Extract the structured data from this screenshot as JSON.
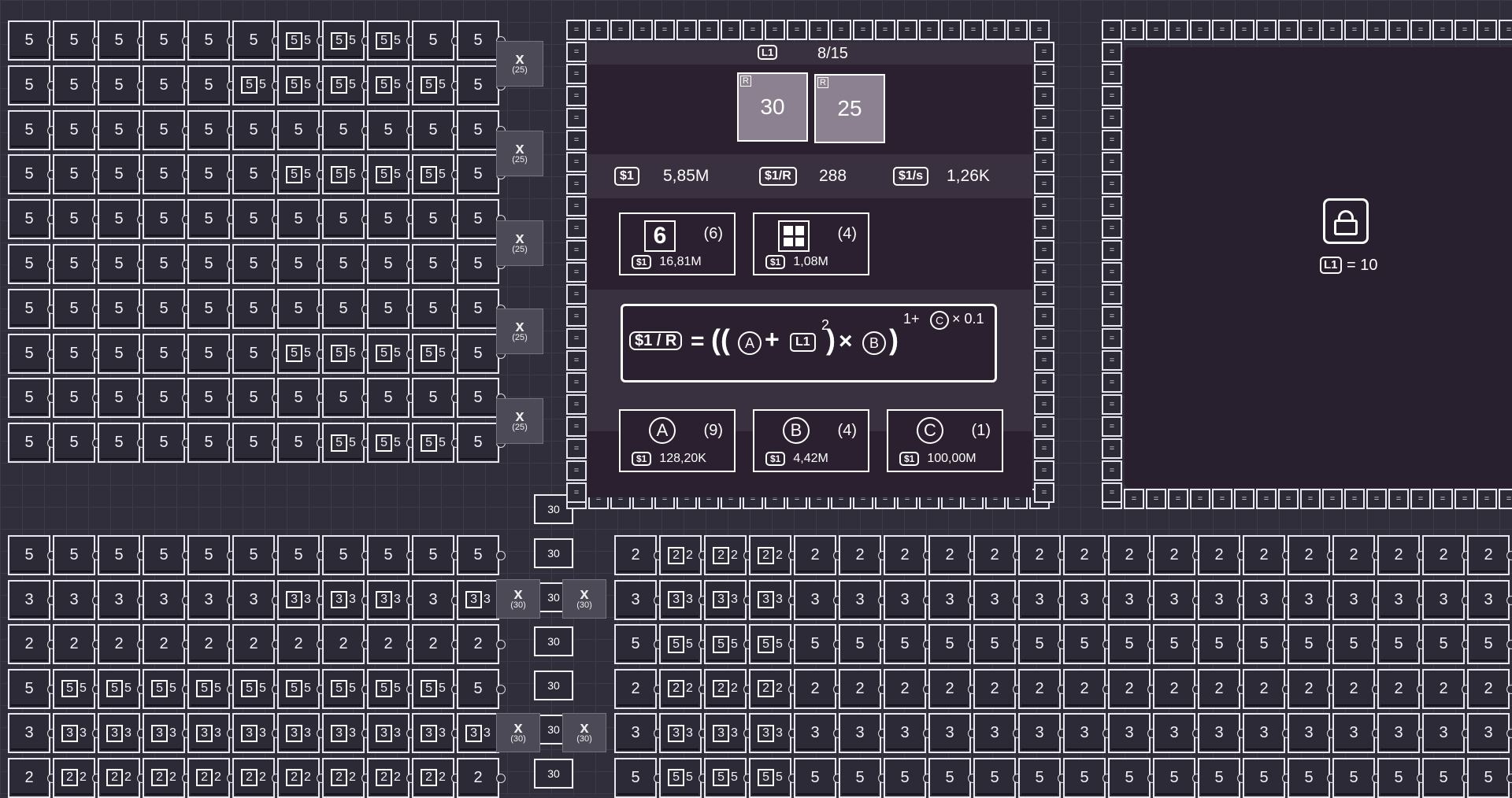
{
  "colors": {
    "background": "#34313f",
    "panel": "#2a2030",
    "card_gray": "#8b8190",
    "accent": "#ffffff"
  },
  "top_left_grid": {
    "rows": [
      [
        "5",
        "5",
        "5",
        "5",
        "5",
        "5",
        "55",
        "55",
        "55",
        "5",
        "5"
      ],
      [
        "5",
        "5",
        "5",
        "5",
        "5",
        "55",
        "55",
        "55",
        "55",
        "55",
        "5"
      ],
      [
        "5",
        "5",
        "5",
        "5",
        "5",
        "5",
        "5",
        "5",
        "5",
        "5",
        "5"
      ],
      [
        "5",
        "5",
        "5",
        "5",
        "5",
        "5",
        "55",
        "55",
        "55",
        "55",
        "5"
      ],
      [
        "5",
        "5",
        "5",
        "5",
        "5",
        "5",
        "5",
        "5",
        "5",
        "5",
        "5"
      ],
      [
        "5",
        "5",
        "5",
        "5",
        "5",
        "5",
        "5",
        "5",
        "5",
        "5",
        "5"
      ],
      [
        "5",
        "5",
        "5",
        "5",
        "5",
        "5",
        "5",
        "5",
        "5",
        "5",
        "5"
      ],
      [
        "5",
        "5",
        "5",
        "5",
        "5",
        "5",
        "55",
        "55",
        "55",
        "55",
        "5"
      ],
      [
        "5",
        "5",
        "5",
        "5",
        "5",
        "5",
        "5",
        "5",
        "5",
        "5",
        "5"
      ],
      [
        "5",
        "5",
        "5",
        "5",
        "5",
        "5",
        "5",
        "55",
        "55",
        "55",
        "5"
      ]
    ]
  },
  "multipliers_top": [
    {
      "x": "x",
      "n": "(25)"
    },
    {
      "x": "x",
      "n": "(25)"
    },
    {
      "x": "x",
      "n": "(25)"
    },
    {
      "x": "x",
      "n": "(25)"
    },
    {
      "x": "x",
      "n": "(25)"
    }
  ],
  "main_panel": {
    "level_tag": "L1",
    "progress": "8/15",
    "reward_cards": [
      {
        "r": "R",
        "value": "30"
      },
      {
        "r": "R",
        "value": "25"
      }
    ],
    "stats": [
      {
        "tag": "$1",
        "value": "5,85M"
      },
      {
        "tag": "$1/R",
        "value": "288"
      },
      {
        "tag": "$1/s",
        "value": "1,26K"
      }
    ],
    "upgrades": [
      {
        "icon": "dice-six-icon",
        "label": "6",
        "count": "(6)",
        "price_tag": "$1",
        "price": "16,81M"
      },
      {
        "icon": "grid-icon",
        "label": "",
        "count": "(4)",
        "price_tag": "$1",
        "price": "1,08M"
      }
    ],
    "formula": {
      "lhs": "$1 / R",
      "eq": "=",
      "body": "((",
      "a": "A",
      "plus": "+",
      "l1": "L1",
      "sq": "2",
      "times": "×",
      "b": "B",
      "exp_prefix": "1+",
      "c": "C",
      "exp_suffix": "× 0.1"
    },
    "variables": [
      {
        "letter": "A",
        "count": "(9)",
        "price_tag": "$1",
        "price": "128,20K"
      },
      {
        "letter": "B",
        "count": "(4)",
        "price_tag": "$1",
        "price": "4,42M"
      },
      {
        "letter": "C",
        "count": "(1)",
        "price_tag": "$1",
        "price": "100,00M"
      }
    ]
  },
  "locked_panel": {
    "tag": "L1",
    "requirement": "= 10"
  },
  "center_stack": [
    "30",
    "30",
    "30",
    "30",
    "30",
    "30",
    "30"
  ],
  "bottom_left_rows": [
    [
      "5",
      "5",
      "5",
      "5",
      "5",
      "5",
      "5",
      "5",
      "5",
      "5",
      "5"
    ],
    [
      "3",
      "3",
      "3",
      "3",
      "3",
      "3",
      "33",
      "33",
      "33",
      "3",
      "33"
    ],
    [
      "2",
      "2",
      "2",
      "2",
      "2",
      "2",
      "2",
      "2",
      "2",
      "2",
      "2"
    ],
    [
      "5",
      "55",
      "55",
      "55",
      "55",
      "55",
      "55",
      "55",
      "55",
      "55",
      "5"
    ],
    [
      "3",
      "33",
      "33",
      "33",
      "33",
      "33",
      "33",
      "33",
      "33",
      "33",
      "33"
    ],
    [
      "2",
      "22",
      "22",
      "22",
      "22",
      "22",
      "22",
      "22",
      "22",
      "22",
      "2"
    ]
  ],
  "bottom_right_rows": [
    [
      "2",
      "22",
      "22",
      "22",
      "2",
      "2",
      "2",
      "2",
      "2",
      "2",
      "2",
      "2",
      "2",
      "2",
      "2",
      "2",
      "2",
      "2",
      "2",
      "2"
    ],
    [
      "3",
      "33",
      "33",
      "33",
      "3",
      "3",
      "3",
      "3",
      "3",
      "3",
      "3",
      "3",
      "3",
      "3",
      "3",
      "3",
      "3",
      "3",
      "3",
      "3"
    ],
    [
      "5",
      "55",
      "55",
      "55",
      "5",
      "5",
      "5",
      "5",
      "5",
      "5",
      "5",
      "5",
      "5",
      "5",
      "5",
      "5",
      "5",
      "5",
      "5",
      "5"
    ],
    [
      "2",
      "22",
      "22",
      "22",
      "2",
      "2",
      "2",
      "2",
      "2",
      "2",
      "2",
      "2",
      "2",
      "2",
      "2",
      "2",
      "2",
      "2",
      "2",
      "2"
    ],
    [
      "3",
      "33",
      "33",
      "33",
      "3",
      "3",
      "3",
      "3",
      "3",
      "3",
      "3",
      "3",
      "3",
      "3",
      "3",
      "3",
      "3",
      "3",
      "3",
      "3"
    ],
    [
      "5",
      "55",
      "55",
      "55",
      "5",
      "5",
      "5",
      "5",
      "5",
      "5",
      "5",
      "5",
      "5",
      "5",
      "5",
      "5",
      "5",
      "5",
      "5",
      "5"
    ]
  ],
  "multipliers_bottom": [
    {
      "x": "x",
      "n": "(30)"
    },
    {
      "x": "x",
      "n": "(30)"
    },
    {
      "x": "x",
      "n": "(30)"
    },
    {
      "x": "x",
      "n": "(30)"
    }
  ],
  "border_glyph": "="
}
